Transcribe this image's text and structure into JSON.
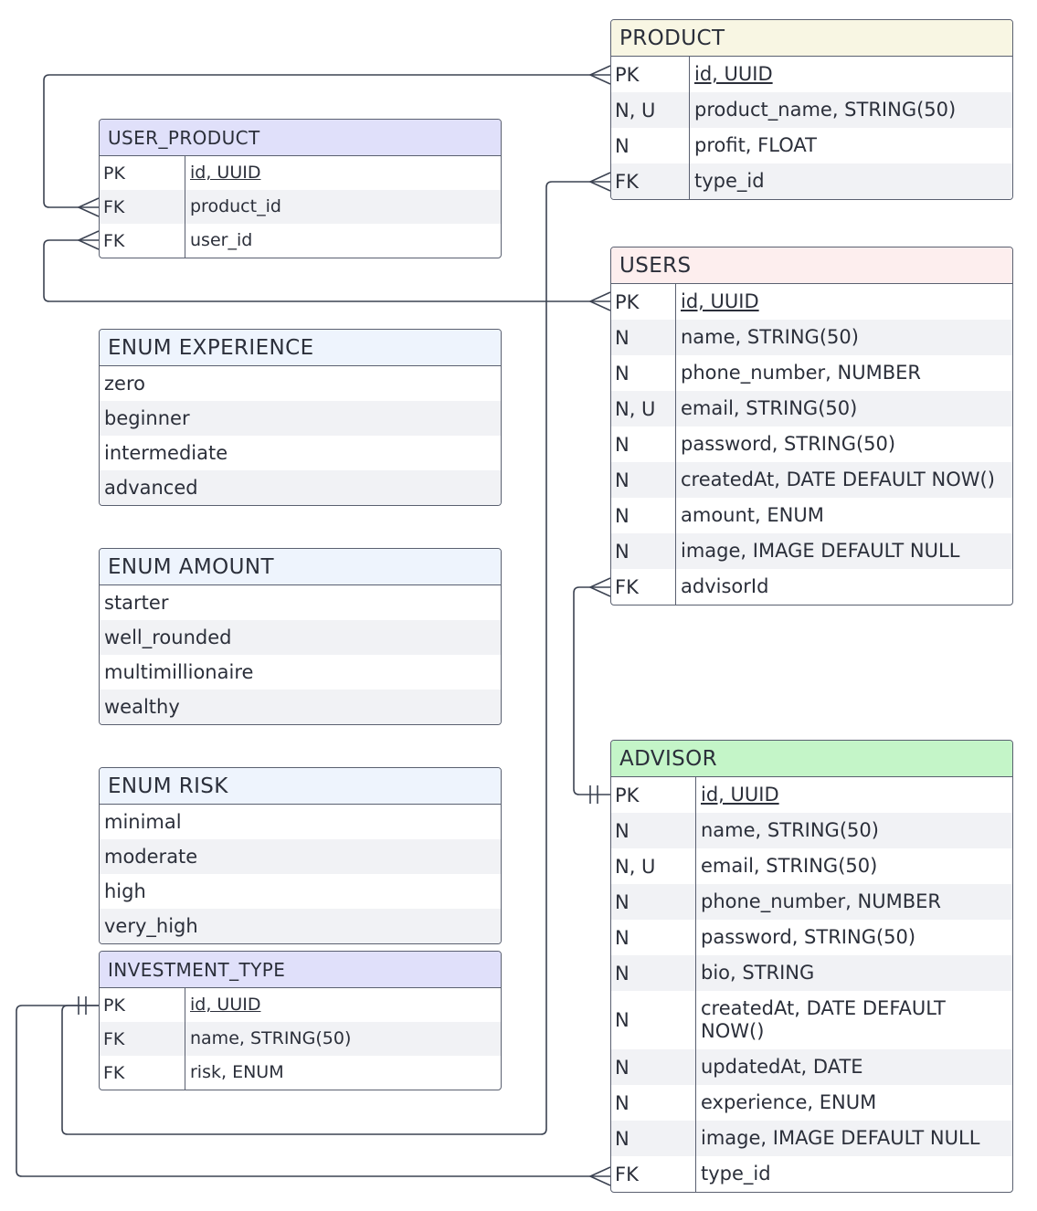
{
  "entities": {
    "product": {
      "title": "PRODUCT",
      "rows": [
        {
          "key": "PK",
          "field": "id, UUID",
          "pk": true
        },
        {
          "key": "N, U",
          "field": "product_name, STRING(50)"
        },
        {
          "key": "N",
          "field": "profit, FLOAT"
        },
        {
          "key": "FK",
          "field": "type_id"
        }
      ]
    },
    "user_product": {
      "title": "USER_PRODUCT",
      "rows": [
        {
          "key": "PK",
          "field": "id, UUID",
          "pk": true
        },
        {
          "key": "FK",
          "field": "product_id"
        },
        {
          "key": "FK",
          "field": "user_id"
        }
      ]
    },
    "users": {
      "title": "USERS",
      "rows": [
        {
          "key": "PK",
          "field": "id, UUID",
          "pk": true
        },
        {
          "key": "N",
          "field": "name, STRING(50)"
        },
        {
          "key": "N",
          "field": "phone_number, NUMBER"
        },
        {
          "key": "N, U",
          "field": "email, STRING(50)"
        },
        {
          "key": "N",
          "field": "password, STRING(50)"
        },
        {
          "key": "N",
          "field": "createdAt, DATE DEFAULT NOW()"
        },
        {
          "key": "N",
          "field": "amount, ENUM"
        },
        {
          "key": "N",
          "field": "image, IMAGE DEFAULT NULL"
        },
        {
          "key": "FK",
          "field": "advisorId"
        }
      ]
    },
    "enum_experience": {
      "title": "ENUM EXPERIENCE",
      "rows": [
        "zero",
        "beginner",
        "intermediate",
        "advanced"
      ]
    },
    "enum_amount": {
      "title": "ENUM AMOUNT",
      "rows": [
        "starter",
        "well_rounded",
        "multimillionaire",
        "wealthy"
      ]
    },
    "enum_risk": {
      "title": "ENUM RISK",
      "rows": [
        "minimal",
        "moderate",
        "high",
        "very_high"
      ]
    },
    "investment_type": {
      "title": "INVESTMENT_TYPE",
      "rows": [
        {
          "key": "PK",
          "field": "id, UUID",
          "pk": true
        },
        {
          "key": "FK",
          "field": "name, STRING(50)"
        },
        {
          "key": "FK",
          "field": "risk, ENUM"
        }
      ]
    },
    "advisor": {
      "title": "ADVISOR",
      "rows": [
        {
          "key": "PK",
          "field": "id, UUID",
          "pk": true
        },
        {
          "key": "N",
          "field": "name, STRING(50)"
        },
        {
          "key": "N, U",
          "field": "email, STRING(50)"
        },
        {
          "key": "N",
          "field": "phone_number, NUMBER"
        },
        {
          "key": "N",
          "field": "password, STRING(50)"
        },
        {
          "key": "N",
          "field": "bio, STRING"
        },
        {
          "key": "N",
          "field": "createdAt, DATE DEFAULT NOW()"
        },
        {
          "key": "N",
          "field": "updatedAt, DATE"
        },
        {
          "key": "N",
          "field": "experience, ENUM"
        },
        {
          "key": "N",
          "field": "image, IMAGE DEFAULT NULL"
        },
        {
          "key": "FK",
          "field": "type_id"
        }
      ]
    }
  },
  "colors": {
    "product_header": "#f8f6e3",
    "user_product_header": "#e0e0fa",
    "users_header": "#fdeeee",
    "enum_header": "#eef4fd",
    "investment_type_header": "#e0e0fa",
    "advisor_header": "#c4f5c8",
    "line": "#3c4352"
  }
}
